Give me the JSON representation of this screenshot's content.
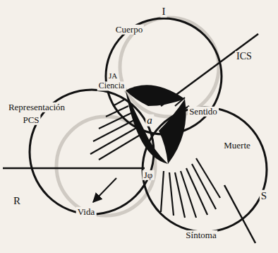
{
  "diagram": {
    "labels": [
      "I",
      "Cuerpo",
      "ICS",
      "JA",
      "Ciencia",
      "Representación",
      "PCS",
      "Sentido",
      "a",
      "Muerte",
      "R",
      "Vida",
      "Jφ",
      "S",
      "Síntoma"
    ]
  }
}
